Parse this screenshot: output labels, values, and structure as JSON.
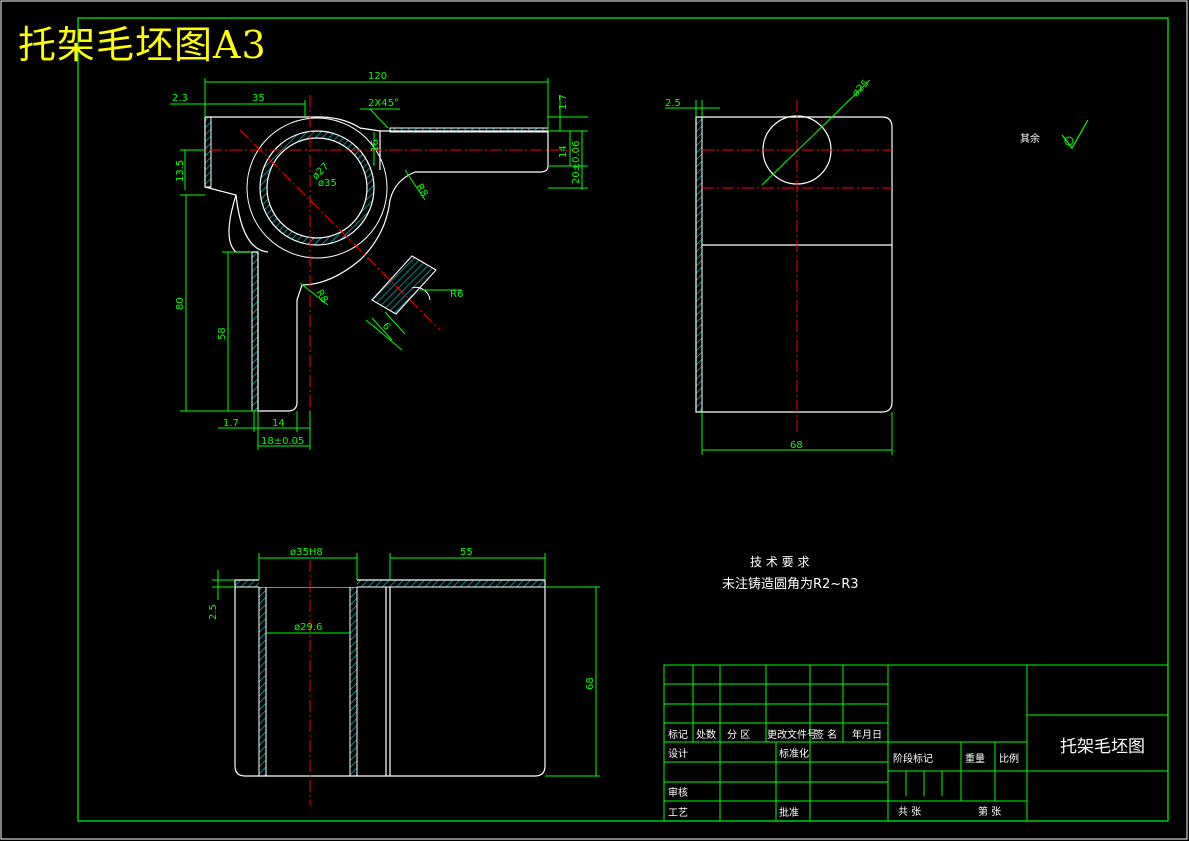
{
  "drawing_title": "托架毛坯图A3",
  "tech_requirements": {
    "heading": "技 术 要 求",
    "line1": "未注铸造圆角为R2~R3"
  },
  "surface_note": "其余",
  "dimensions": {
    "top_overall": "120",
    "top_left_offset": "2.3",
    "top_35": "35",
    "chamfer": "2X45°",
    "top_17": "1.7",
    "arm_14": "14",
    "arm_20": "20±0.06",
    "left_135": "13.5",
    "dia_27": "ø27",
    "dia_35": "ø35",
    "dim_16": "16",
    "r8_top": "R8",
    "height_80": "80",
    "height_58": "58",
    "r8_bottom": "R8",
    "r6": "R6",
    "dim_6": "6",
    "bot_17": "1.7",
    "bot_14": "14",
    "bot_18": "18±0.05",
    "side_25": "2.5",
    "side_dia25": "ø25",
    "side_68": "68",
    "plan_dia35h8": "ø35H8",
    "plan_55": "55",
    "plan_25": "2.5",
    "plan_dia296": "ø29.6",
    "plan_68": "68"
  },
  "title_block": {
    "name": "托架毛坯图",
    "row_labels": [
      "标记",
      "处数",
      "分 区",
      "更改文件号",
      "签 名",
      "年月日"
    ],
    "design": "设计",
    "standardize": "标准化",
    "stage_mark": "阶段标记",
    "weight": "重量",
    "scale": "比例",
    "check": "审核",
    "process": "工艺",
    "approve": "批准",
    "total_sheets": "共 张",
    "sheet_no": "第 张"
  },
  "colors": {
    "background": "#000000",
    "outline": "#ffffff",
    "dimension": "#00ff00",
    "center_line": "#ff0000",
    "hatch": "#00c8c8",
    "title": "#ffff00"
  }
}
